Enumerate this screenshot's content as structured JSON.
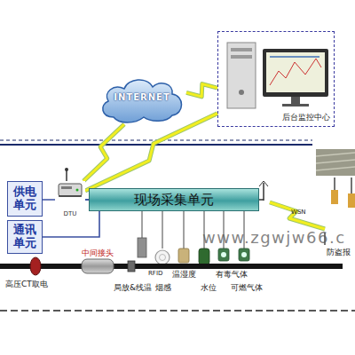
{
  "diagram": {
    "nodes": [
      {
        "text": [
          "INTERNET"
        ]
      },
      {
        "text": [
          "后台监控中心"
        ]
      },
      {
        "text": [
          "供电单元"
        ]
      },
      {
        "text": [
          "通讯单元"
        ]
      },
      {
        "text": [
          "DTU"
        ]
      },
      {
        "text": [
          "现场采集单元"
        ]
      }
    ],
    "edges": [
      {
        "from": 0,
        "to": 1,
        "arrow": "none"
      },
      {
        "from": 0,
        "to": 4,
        "arrow": "none"
      },
      {
        "from": 1,
        "to": 4,
        "arrow": "none"
      },
      {
        "from": 2,
        "to": 5,
        "arrow": "none"
      },
      {
        "from": 3,
        "to": 5,
        "arrow": "none"
      },
      {
        "from": 4,
        "to": 5,
        "arrow": "none"
      }
    ],
    "labels": [
      "中间接头",
      "高压CT取电",
      "局放&线温",
      "RFID",
      "烟感",
      "温湿度",
      "有毒气体",
      "水位",
      "可燃气体",
      "WSN",
      "防盗报",
      "www.zgwjw66.c"
    ]
  }
}
